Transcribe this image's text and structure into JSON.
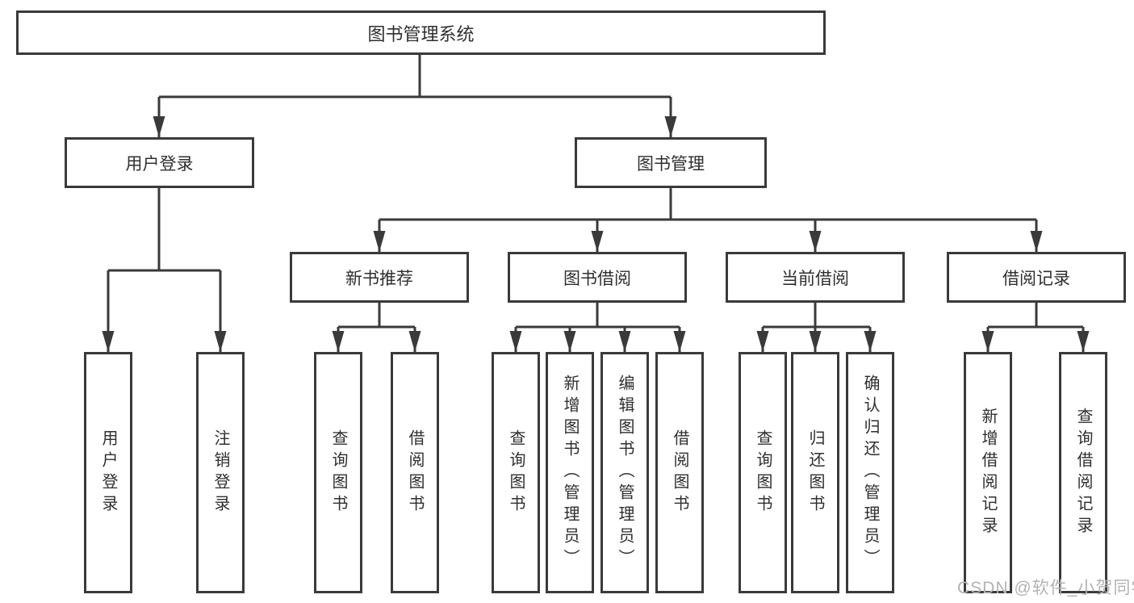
{
  "diagram": {
    "label": "图书管理系统",
    "children": [
      {
        "label": "用户登录",
        "children": [
          {
            "label": "用户登录"
          },
          {
            "label": "注销登录"
          }
        ]
      },
      {
        "label": "图书管理",
        "children": [
          {
            "label": "新书推荐",
            "children": [
              {
                "label": "查询图书"
              },
              {
                "label": "借阅图书"
              }
            ]
          },
          {
            "label": "图书借阅",
            "children": [
              {
                "label": "查询图书"
              },
              {
                "label": "新增图书（管理员）"
              },
              {
                "label": "编辑图书（管理员）"
              },
              {
                "label": "借阅图书"
              }
            ]
          },
          {
            "label": "当前借阅",
            "children": [
              {
                "label": "查询图书"
              },
              {
                "label": "归还图书"
              },
              {
                "label": "确认归还（管理员）"
              }
            ]
          },
          {
            "label": "借阅记录",
            "children": [
              {
                "label": "新增借阅记录"
              },
              {
                "label": "查询借阅记录"
              }
            ]
          }
        ]
      }
    ]
  },
  "watermark": {
    "text": "CSDN @软件_小贺同学"
  },
  "colors": {
    "line": "#3a3a3a",
    "border": "#3a3a3a",
    "text": "#2f2f2f",
    "background": "#ffffff",
    "watermark": "#b3b3b3"
  }
}
